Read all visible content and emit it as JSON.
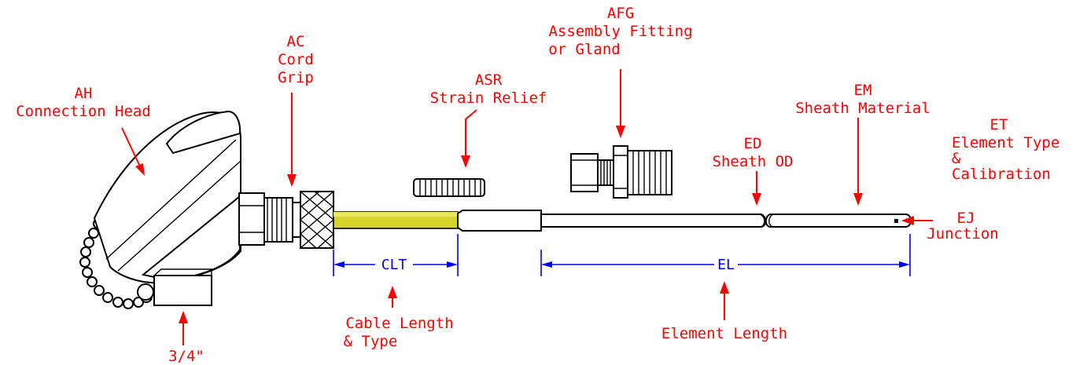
{
  "labels": {
    "ah_code": "AH",
    "ah_name": "Connection Head",
    "ac_code": "AC",
    "ac_name1": "Cord",
    "ac_name2": "Grip",
    "asr_code": "ASR",
    "asr_name": "Strain Relief",
    "afg_code": "AFG",
    "afg_name1": "Assembly Fitting",
    "afg_name2": "or Gland",
    "em_code": "EM",
    "em_name": "Sheath Material",
    "ed_code": "ED",
    "ed_name": "Sheath OD",
    "et_code": "ET",
    "et_name1": "Element Type",
    "et_name2": "&",
    "et_name3": "Calibration",
    "ej_code": "EJ",
    "ej_name": "Junction",
    "conduit_size": "3/4\"",
    "cable_name1": "Cable Length",
    "cable_name2": "& Type",
    "element_name": "Element Length"
  },
  "dimensions": {
    "clt": "CLT",
    "el": "EL"
  },
  "colors": {
    "label": "#ff0000",
    "dimension": "#0000ff",
    "cable": "#d4d42a",
    "outline": "#000000"
  }
}
